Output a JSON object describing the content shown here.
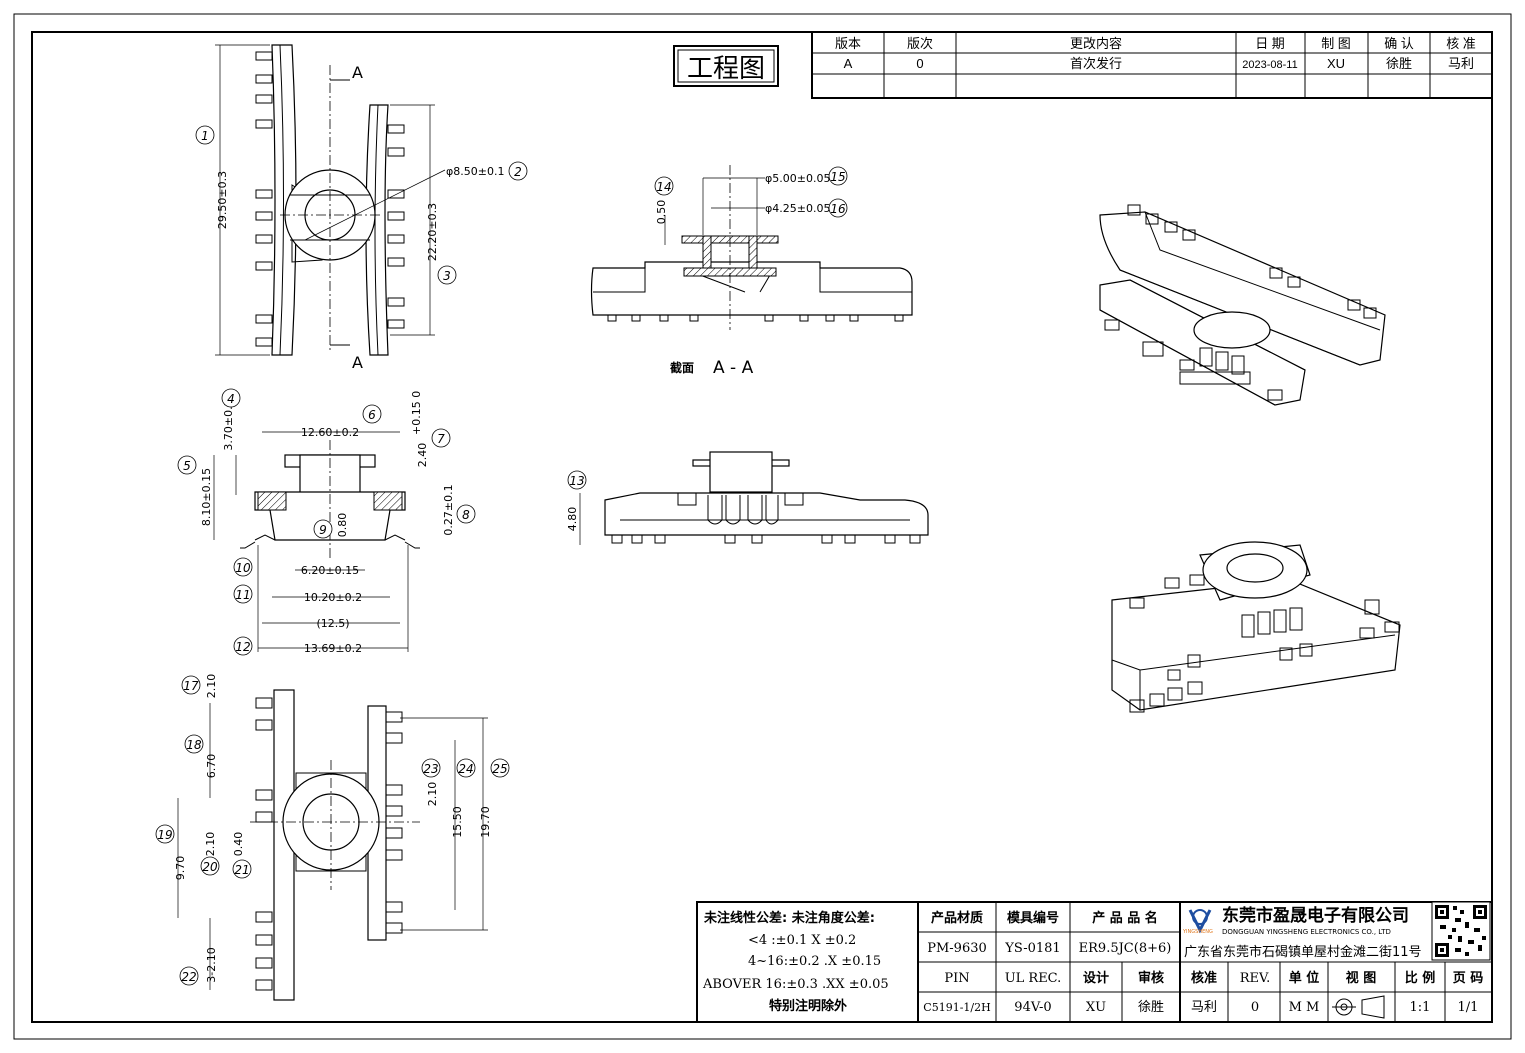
{
  "title_stamp": "工程图",
  "revision_table": {
    "headers": [
      "版本",
      "版次",
      "更改内容",
      "日 期",
      "制 图",
      "确 认",
      "核 准"
    ],
    "rows": [
      [
        "A",
        "0",
        "首次发行",
        "2023-08-11",
        "XU",
        "徐胜",
        "马利"
      ],
      [
        "",
        "",
        "",
        "",
        "",
        "",
        ""
      ]
    ]
  },
  "section_label": "截面",
  "section_name": "A - A",
  "section_marks": [
    "A",
    "A"
  ],
  "dimensions": {
    "d1": "29.50±0.3",
    "d2": "φ8.50±0.1",
    "d3": "22.20±0.3",
    "d4": "3.70±0.1",
    "d5": "8.10±0.15",
    "d6": "12.60±0.2",
    "d7": "2.40",
    "d7_tol": "+0.15 0",
    "d8": "0.27±0.1",
    "d9": "0.80",
    "d10": "6.20±0.15",
    "d11": "10.20±0.2",
    "d11b": "(12.5)",
    "d12": "13.69±0.2",
    "d13": "4.80",
    "d14": "0.50",
    "d15": "φ5.00±0.05",
    "d16": "φ4.25±0.05",
    "d17": "2.10",
    "d18": "6.70",
    "d19": "9.70",
    "d20": "2.10",
    "d21": "0.40",
    "d22": "3-2.10",
    "d23": "2.10",
    "d24": "15.50",
    "d25": "19.70"
  },
  "balloons": [
    "1",
    "2",
    "3",
    "4",
    "5",
    "6",
    "7",
    "8",
    "9",
    "10",
    "11",
    "12",
    "13",
    "14",
    "15",
    "16",
    "17",
    "18",
    "19",
    "20",
    "21",
    "22",
    "23",
    "24",
    "25"
  ],
  "tolerance_block": {
    "line1": "未注线性公差:  未注角度公差:",
    "line2": "<4 :±0.1   X ±0.2",
    "line3": "4~16:±0.2  .X ±0.15",
    "line4": "ABOVER 16:±0.3  .XX ±0.05",
    "line5": "特别注明除外"
  },
  "title_block": {
    "h_material": "产品材质",
    "h_mold": "模具编号",
    "h_product": "产 品 品 名",
    "material": "PM-9630",
    "mold": "YS-0181",
    "product": "ER9.5JC(8+6)",
    "h_pin": "PIN",
    "h_ul": "UL REC.",
    "h_design": "设计",
    "h_review": "审核",
    "h_approve": "核准",
    "h_rev": "REV.",
    "h_unit": "单 位",
    "h_view": "视 图",
    "h_scale": "比 例",
    "h_page": "页 码",
    "pin": "C5191-1/2H",
    "ul": "94V-0",
    "design": "XU",
    "review": "徐胜",
    "approve": "马利",
    "rev": "0",
    "unit": "M M",
    "scale": "1:1",
    "page": "1/1"
  },
  "company": {
    "name_cn": "东莞市盈晟电子有限公司",
    "name_en": "DONGGUAN YINGSHENG ELECTRONICS CO., LTD",
    "address": "广东省东莞市石碣镇单屋村金滩二街11号",
    "logo_text": "YINGSHENG"
  }
}
